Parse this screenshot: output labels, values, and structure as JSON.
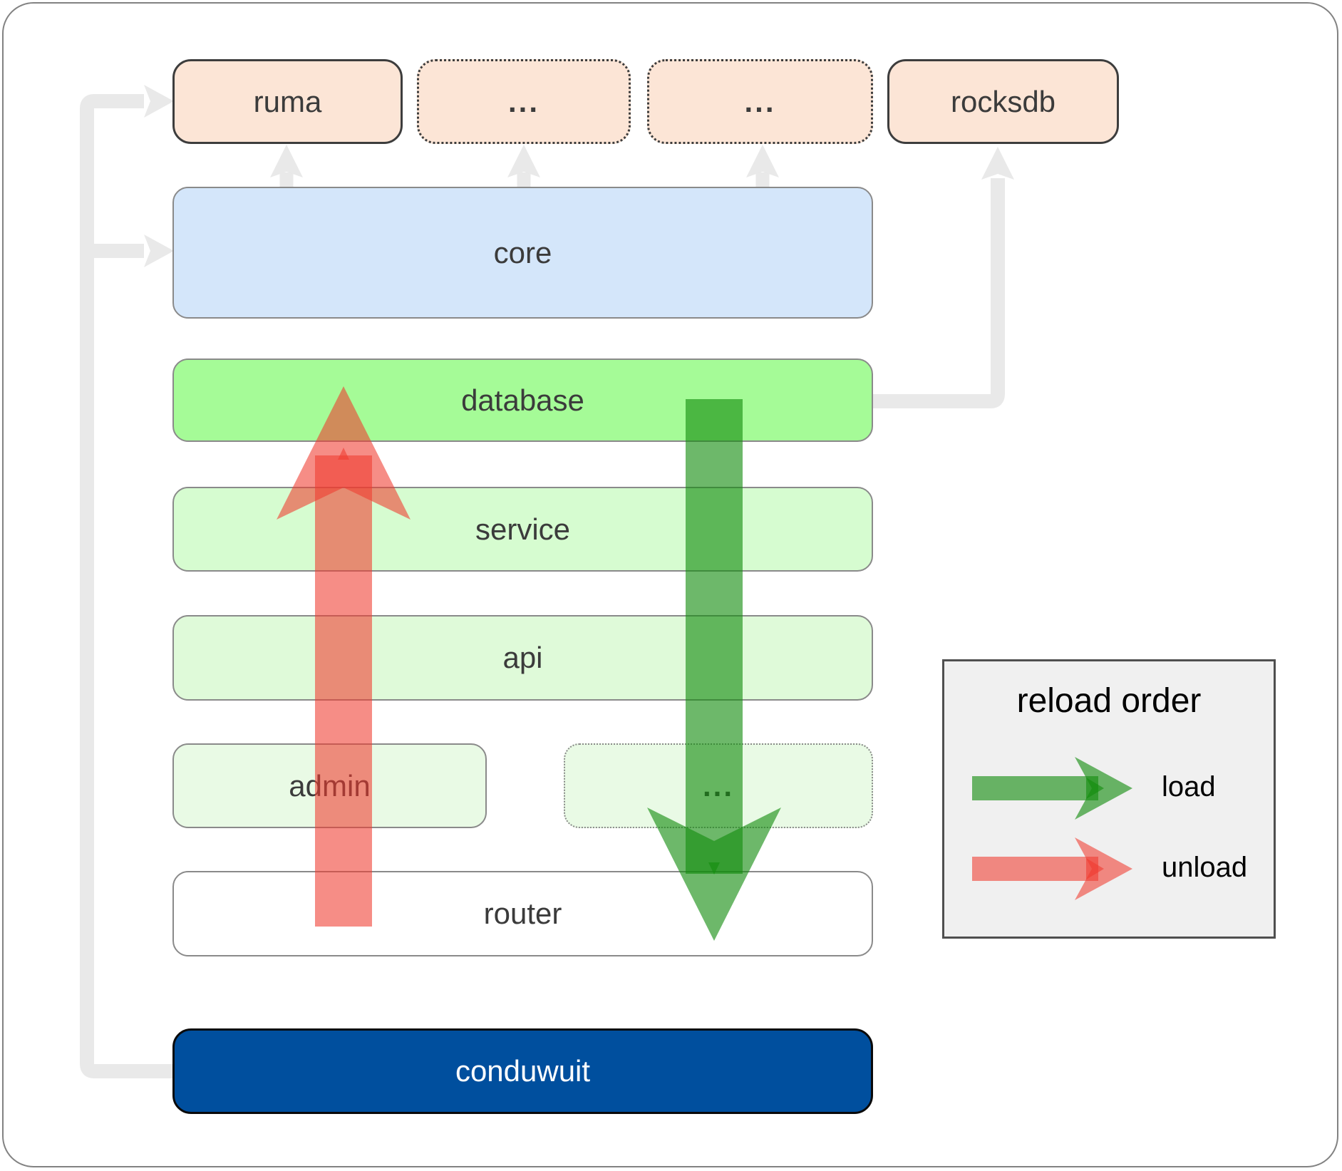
{
  "nodes": {
    "ruma": {
      "label": "ruma"
    },
    "dep_dots_1": {
      "label": "..."
    },
    "dep_dots_2": {
      "label": "..."
    },
    "rocksdb": {
      "label": "rocksdb"
    },
    "core": {
      "label": "core"
    },
    "database": {
      "label": "database"
    },
    "service": {
      "label": "service"
    },
    "api": {
      "label": "api"
    },
    "admin": {
      "label": "admin"
    },
    "svc_dots": {
      "label": "..."
    },
    "router": {
      "label": "router"
    },
    "conduwuit": {
      "label": "conduwuit"
    }
  },
  "legend": {
    "title": "reload order",
    "load_label": "load",
    "unload_label": "unload"
  },
  "colors": {
    "dependency_fill": "#fce5d6",
    "core_fill": "#d4e6fa",
    "database_fill": "#a5fb97",
    "service_fill": "#d6fcd0",
    "api_fill": "#dffad9",
    "admin_fill": "#e9fae5",
    "router_fill": "#ffffff",
    "conduwuit_fill": "#004f9e",
    "load_arrow_green": "#148c0e",
    "unload_arrow_red": "#ef3b2e",
    "connector_gray": "#e9e9e9",
    "legend_bg": "#f0f0f0"
  }
}
